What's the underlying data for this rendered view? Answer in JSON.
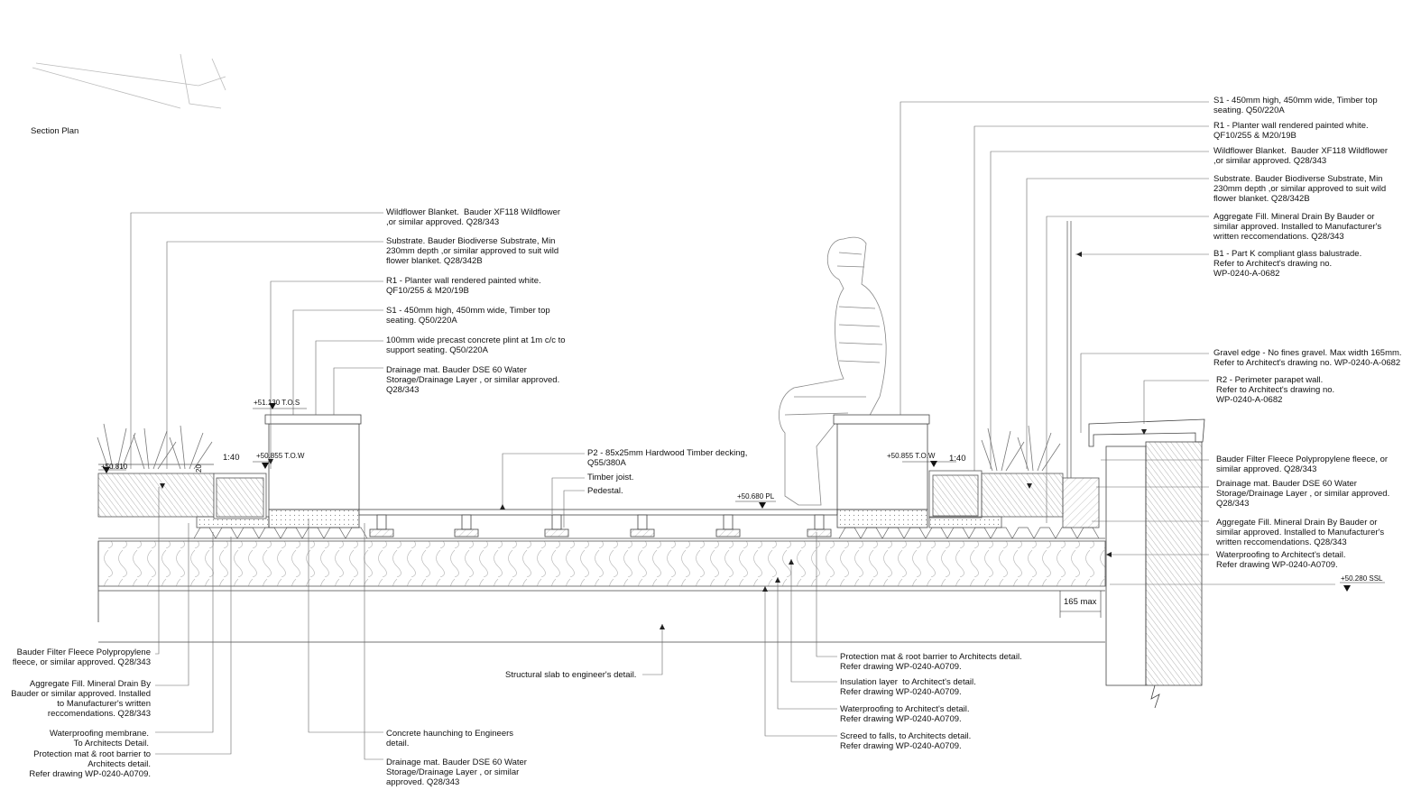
{
  "section_title": "Section Plan",
  "notes_left_top": [
    "Wildflower Blanket.  Bauder XF118 Wildflower\n,or similar approved. Q28/343",
    "Substrate. Bauder Biodiverse Substrate, Min\n230mm depth ,or similar approved to suit wild\nflower blanket. Q28/342B",
    "R1 - Planter wall rendered painted white.\nQF10/255 & M20/19B",
    "S1 - 450mm high, 450mm wide, Timber top\nseating. Q50/220A",
    "100mm wide precast concrete plint at 1m c/c to\nsupport seating. Q50/220A",
    "Drainage mat. Bauder DSE 60 Water\nStorage/Drainage Layer , or similar approved.\nQ28/343"
  ],
  "notes_center": [
    "P2 - 85x25mm Hardwood Timber decking,\nQ55/380A",
    "Timber joist.",
    "Pedestal."
  ],
  "notes_right_top": [
    "S1 - 450mm high, 450mm wide, Timber top\nseating. Q50/220A",
    "R1 - Planter wall rendered painted white.\nQF10/255 & M20/19B",
    "Wildflower Blanket.  Bauder XF118 Wildflower\n,or similar approved. Q28/343",
    "Substrate. Bauder Biodiverse Substrate, Min\n230mm depth ,or similar approved to suit wild\nflower blanket. Q28/342B",
    "Aggregate Fill. Mineral Drain By Bauder or\nsimilar approved. Installed to Manufacturer's\nwritten reccomendations. Q28/343",
    "B1 - Part K compliant glass balustrade.\nRefer to Architect's drawing no.\nWP-0240-A-0682"
  ],
  "notes_right_mid": [
    "Gravel edge - No fines gravel. Max width 165mm.\nRefer to Architect's drawing no. WP-0240-A-0682",
    "R2 - Perimeter parapet wall.\nRefer to Architect's drawing no.\nWP-0240-A-0682",
    "Bauder Filter Fleece Polypropylene fleece, or\nsimilar approved. Q28/343",
    "Drainage mat. Bauder DSE 60 Water\nStorage/Drainage Layer , or similar approved.\nQ28/343",
    "Aggregate Fill. Mineral Drain By Bauder or\nsimilar approved. Installed to Manufacturer's\nwritten reccomendations. Q28/343",
    "Waterproofing to Architect's detail.\nRefer drawing WP-0240-A0709."
  ],
  "notes_left_bottom": [
    "Bauder Filter Fleece Polypropylene\nfleece, or similar approved. Q28/343",
    "Aggregate Fill. Mineral Drain By\nBauder or similar approved. Installed\nto Manufacturer's written\nreccomendations. Q28/343",
    "Waterproofing membrane.\nTo Architects Detail.",
    "Protection mat & root barrier to\nArchitects detail.\nRefer drawing WP-0240-A0709."
  ],
  "notes_bottom_center": [
    "Structural slab to engineer's detail.",
    "Concrete haunching to Engineers\ndetail.",
    "Drainage mat. Bauder DSE 60 Water\nStorage/Drainage Layer , or similar\napproved. Q28/343"
  ],
  "notes_bottom_right": [
    "Protection mat & root barrier to Architects detail.\nRefer drawing WP-0240-A0709.",
    "Insulation layer  to Architect's detail.\nRefer drawing WP-0240-A0709.",
    "Waterproofing to Architect's detail.\nRefer drawing WP-0240-A0709.",
    "Screed to falls, to Architects detail.\nRefer drawing WP-0240-A0709."
  ],
  "levels": {
    "tos": "+51.130 T.O.S",
    "tow_left": "+50.855 T.O.W",
    "tow_right": "+50.855 T.O.W",
    "left_planter": "+50.810",
    "pl": "+50.680 PL",
    "ssl": "+50.280 SSL"
  },
  "dimensions": {
    "slope_left": "1:40",
    "slope_right": "1:40",
    "height_20": "20",
    "max_165": "165 max"
  }
}
